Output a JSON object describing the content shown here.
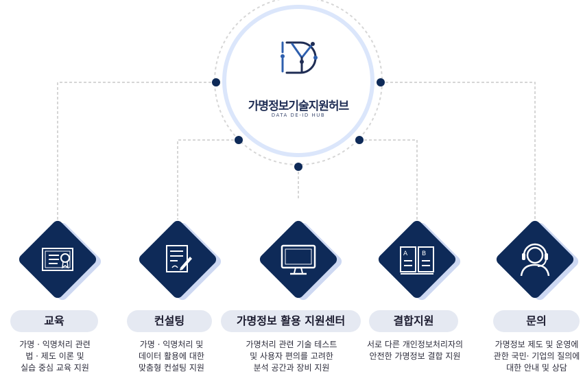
{
  "hub": {
    "title": "가명정보기술지원허브",
    "subtitle": "DATA DE-ID HUB",
    "logo_letters": "DY"
  },
  "colors": {
    "navy": "#0e2a58",
    "light_blue_shadow": "#cdd8f2",
    "dashed_line": "#c9c9c9",
    "ring": "#dbe6fb",
    "pill_bg": "#e5e9f2"
  },
  "categories": [
    {
      "id": "education",
      "icon": "certificate-icon",
      "label": "교육",
      "desc": [
        "가명 · 익명처리 관련",
        "법 · 제도 이론 및",
        "실습 중심 교육 지원"
      ]
    },
    {
      "id": "consulting",
      "icon": "document-pen-icon",
      "label": "컨설팅",
      "desc": [
        "가명 · 익명처리 및",
        "데이터 활용에 대한",
        "맞춤형 컨설팅 지원"
      ]
    },
    {
      "id": "center",
      "icon": "monitor-icon",
      "label": "가명정보 활용 지원센터",
      "desc": [
        "가명처리 관련 기술 테스트",
        "및 사용자 편의를 고려한",
        "분석 공간과 장비 지원"
      ]
    },
    {
      "id": "combination",
      "icon": "ab-book-icon",
      "label": "결합지원",
      "desc": [
        "서로 다른 개인정보처리자의",
        "안전한 가명정보 결합 지원"
      ]
    },
    {
      "id": "inquiry",
      "icon": "headset-agent-icon",
      "label": "문의",
      "desc": [
        "가명정보 제도 및 운영에",
        "관한 국민· 기업의 질의에",
        "대한 안내 및 상담"
      ]
    }
  ]
}
